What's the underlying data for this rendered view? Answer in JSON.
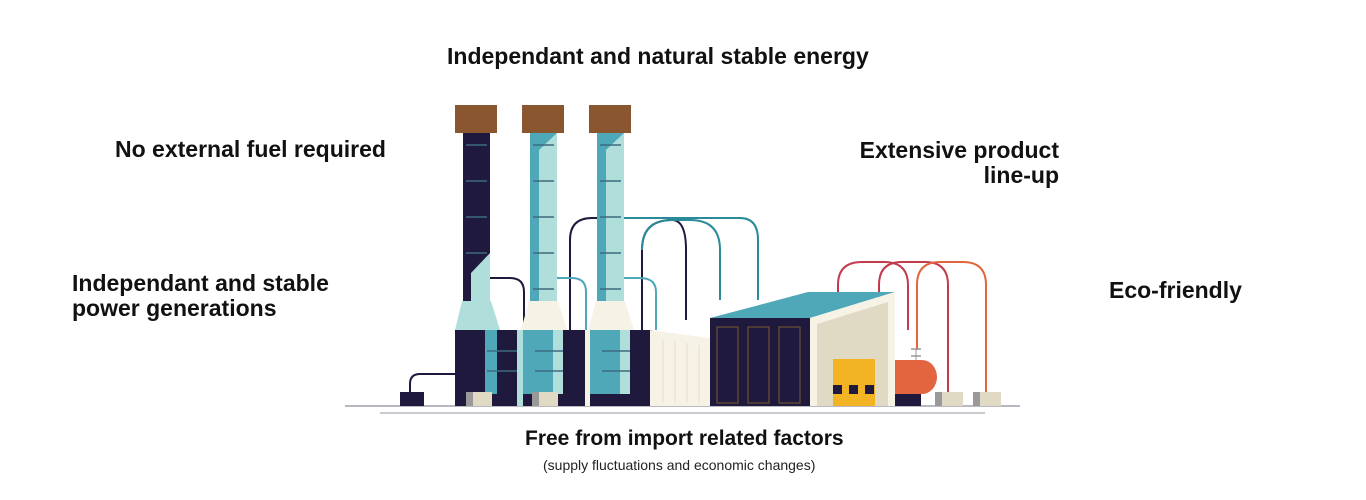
{
  "labels": {
    "top": "Independant and natural stable energy",
    "left_top": "No external fuel required",
    "left_bottom_line1": "Independant and stable",
    "left_bottom_line2": "power generations",
    "right_top_line1": "Extensive product",
    "right_top_line2": "line-up",
    "right_bottom": "Eco-friendly",
    "bottom": "Free from import related factors",
    "bottom_sub": "(supply fluctuations and economic changes)"
  },
  "illustration": {
    "subject": "power plant",
    "components": [
      "chimney-1",
      "chimney-2",
      "chimney-3",
      "boiler-blocks",
      "turbine-hall",
      "warehouse",
      "storage-tank",
      "pipes"
    ],
    "colors": {
      "navy": "#1f1a3d",
      "teal": "#4fa8b8",
      "light_teal": "#b0dfdb",
      "cream": "#f6f2e6",
      "beige": "#e0d9c4",
      "brown": "#8a5630",
      "yellow": "#f2b324",
      "orange": "#e3653f",
      "crimson": "#c23a4c",
      "ground": "#b8b8c2"
    }
  }
}
